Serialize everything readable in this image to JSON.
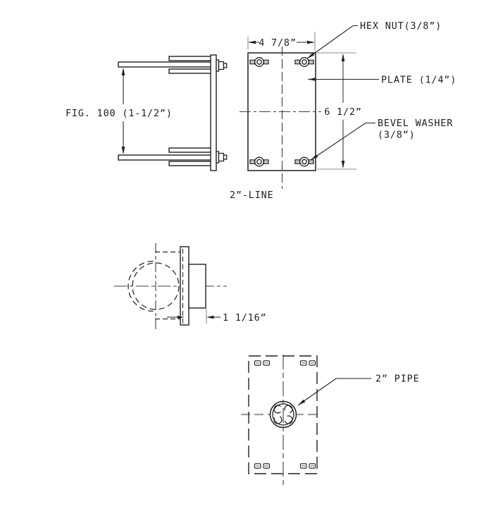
{
  "drawing": {
    "figure_label": "FIG. 100 (1-1/2”)",
    "line_label": "2”-LINE",
    "annotations": {
      "hex_nut": "HEX NUT(3/8”)",
      "plate": "PLATE (1/4”)",
      "bevel_washer_line1": "BEVEL WASHER",
      "bevel_washer_line2": "(3/8”)",
      "pipe": "2” PIPE"
    },
    "dimensions": {
      "plate_width": "4 7/8”",
      "plate_height": "6 1/2”",
      "hub_depth": "1 1/16”"
    },
    "colors": {
      "object_line": "#1f1f1f",
      "dimension_line": "#4d4d4d",
      "extension_line": "#8c8c8c",
      "center_line": "#3c3c3c",
      "background": "#ffffff"
    }
  }
}
